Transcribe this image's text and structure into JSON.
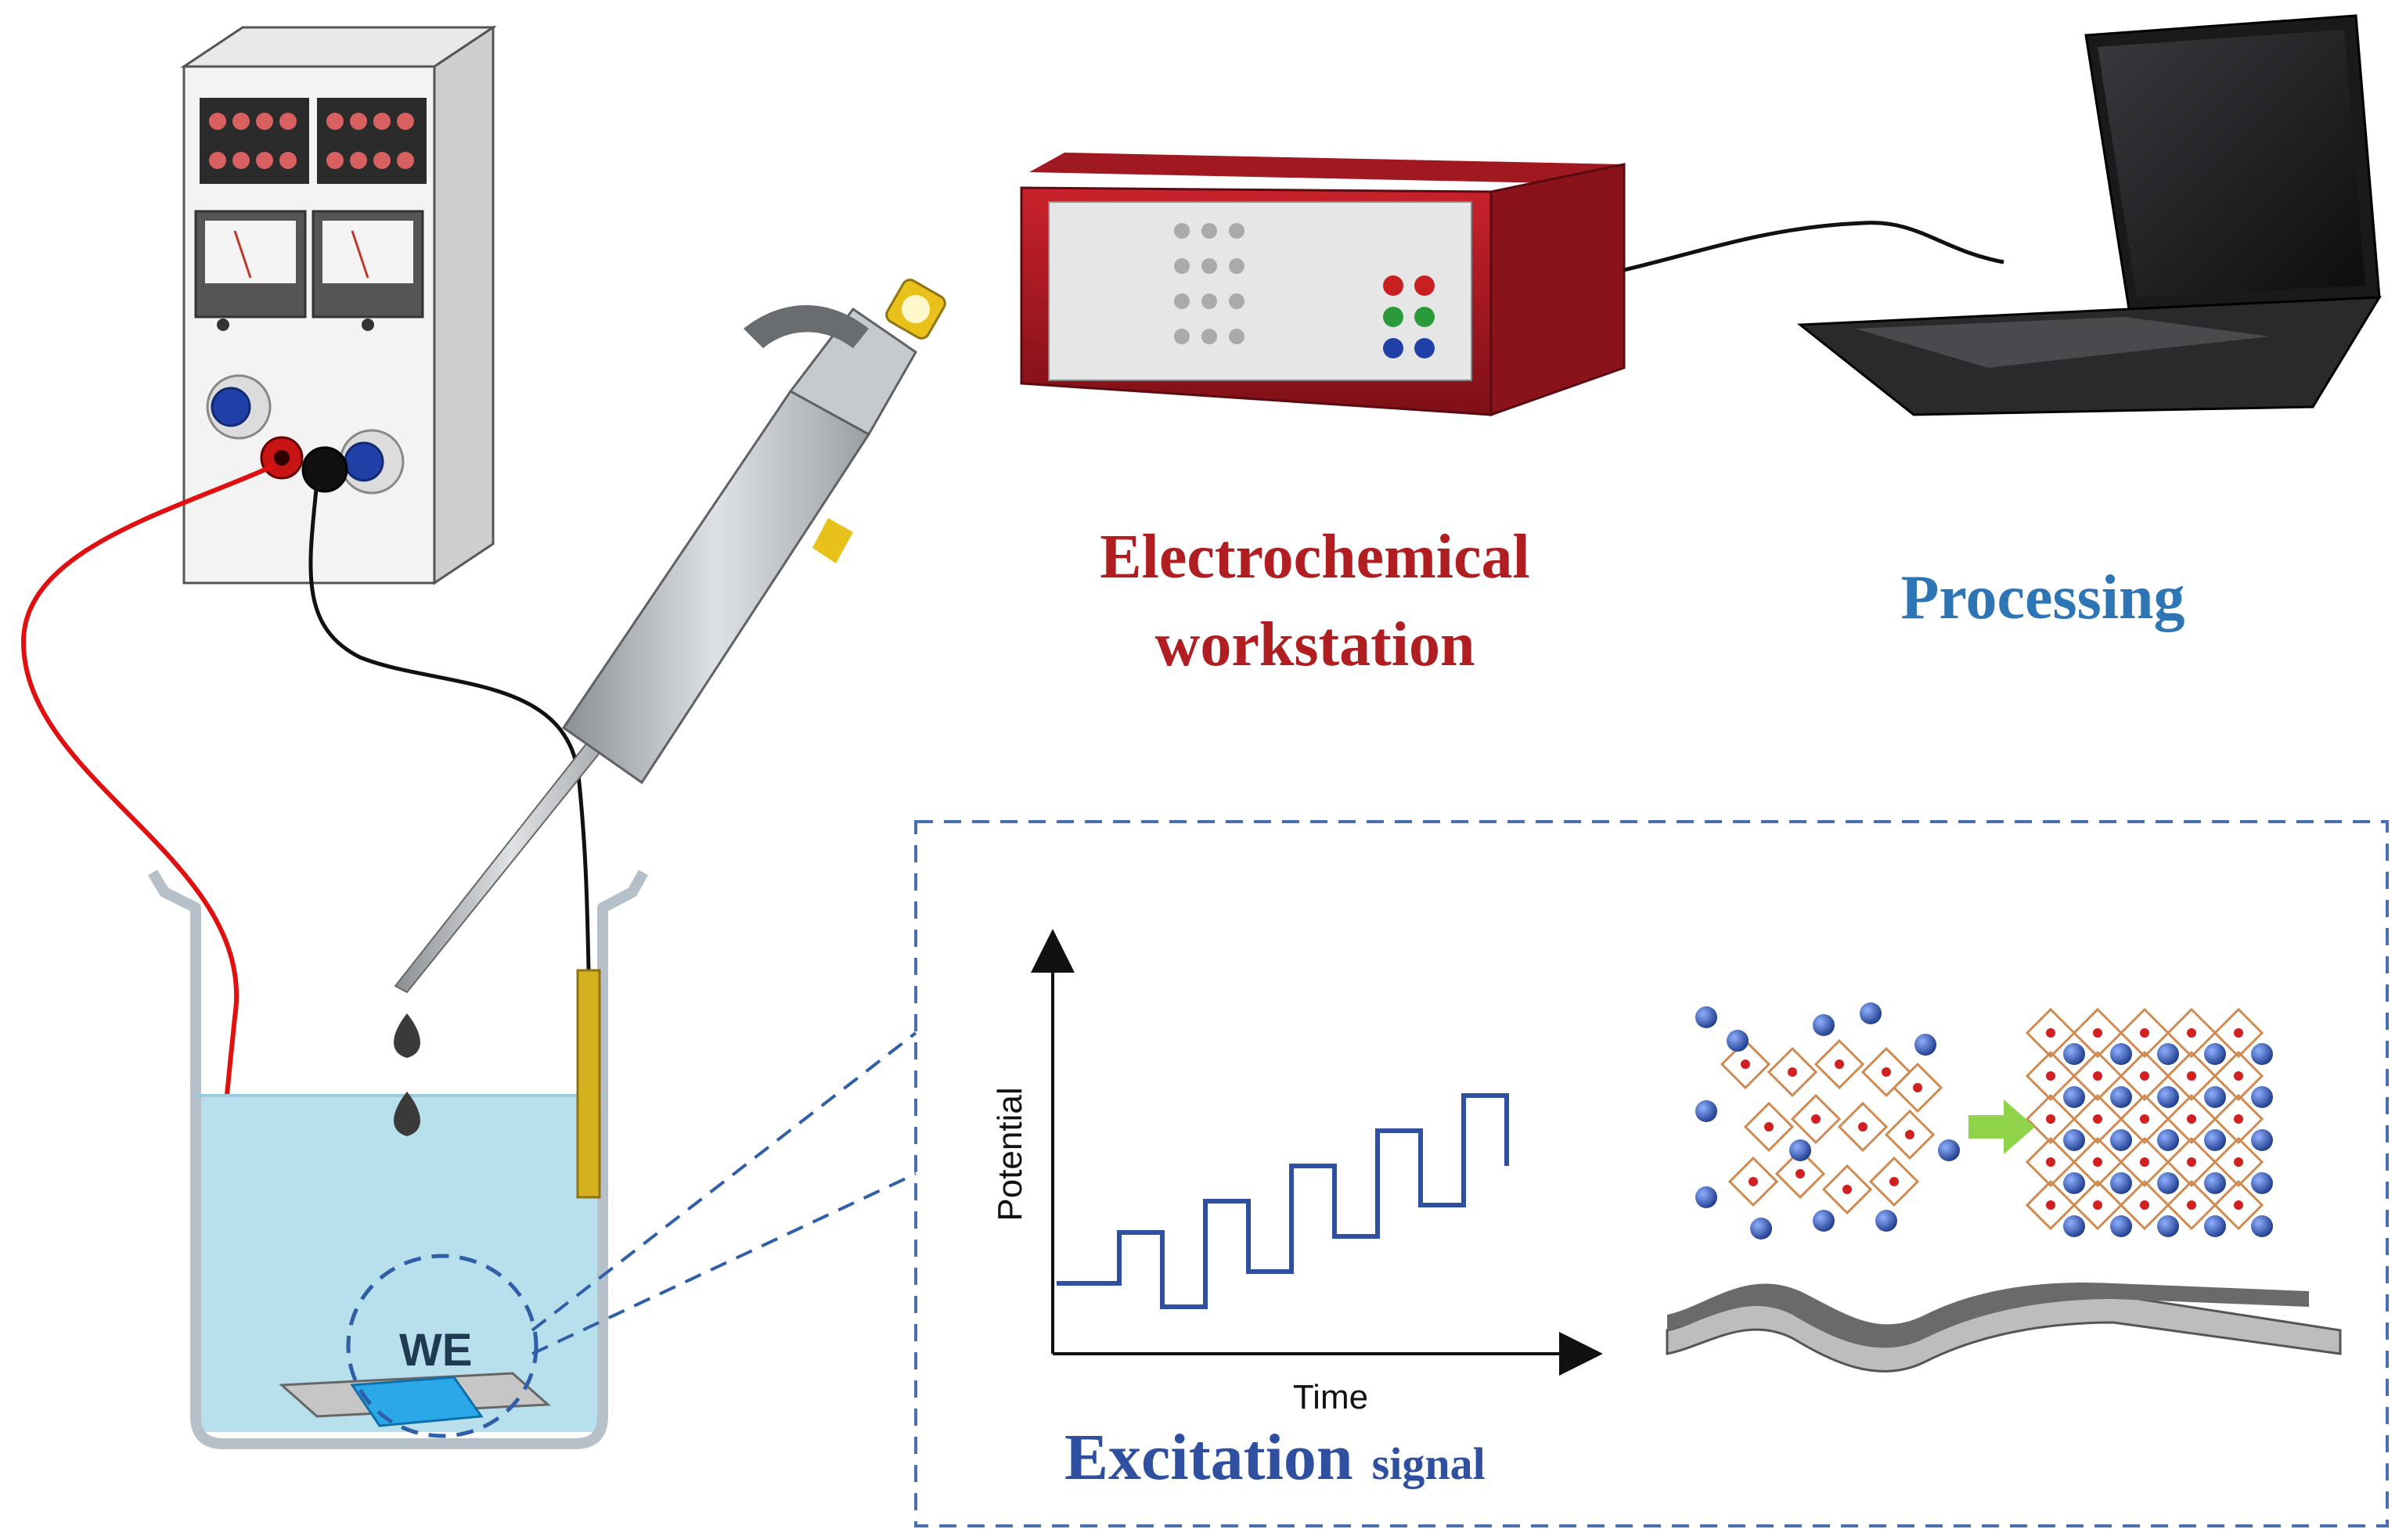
{
  "labels": {
    "workstation_line1": "Electrochemical",
    "workstation_line2": "workstation",
    "processing": "Processing",
    "we": "WE",
    "y_axis": "Potential",
    "x_axis": "Time",
    "excitation_big": "Excitation",
    "excitation_small": "signal"
  },
  "colors": {
    "workstation_label": "#b01e22",
    "processing_label": "#2e75b6",
    "signal_line": "#2f4fa0",
    "excitation_label": "#2f4fa0",
    "dashed_box": "#4a6fb0",
    "liquid": "#b8e0ec",
    "red_wire": "#e01010",
    "black_wire": "#111111",
    "electrode_film": "#2aa8e8",
    "reference_electrode": "#d4b21e",
    "ion_sphere": "#2a4fa8",
    "octahedron": "#d08a50",
    "arrow_green": "#8fd34a"
  },
  "icons": {
    "power_supply": "power-supply-icon",
    "pipette": "pipette-icon",
    "beaker": "beaker-icon",
    "workstation": "potentiostat-icon",
    "laptop": "laptop-icon",
    "perovskite_lattice": "crystal-lattice-icon",
    "flexible_film": "flexible-film-icon"
  },
  "excitation_signal": {
    "shape": "staircase-pulse",
    "steps": 6
  }
}
